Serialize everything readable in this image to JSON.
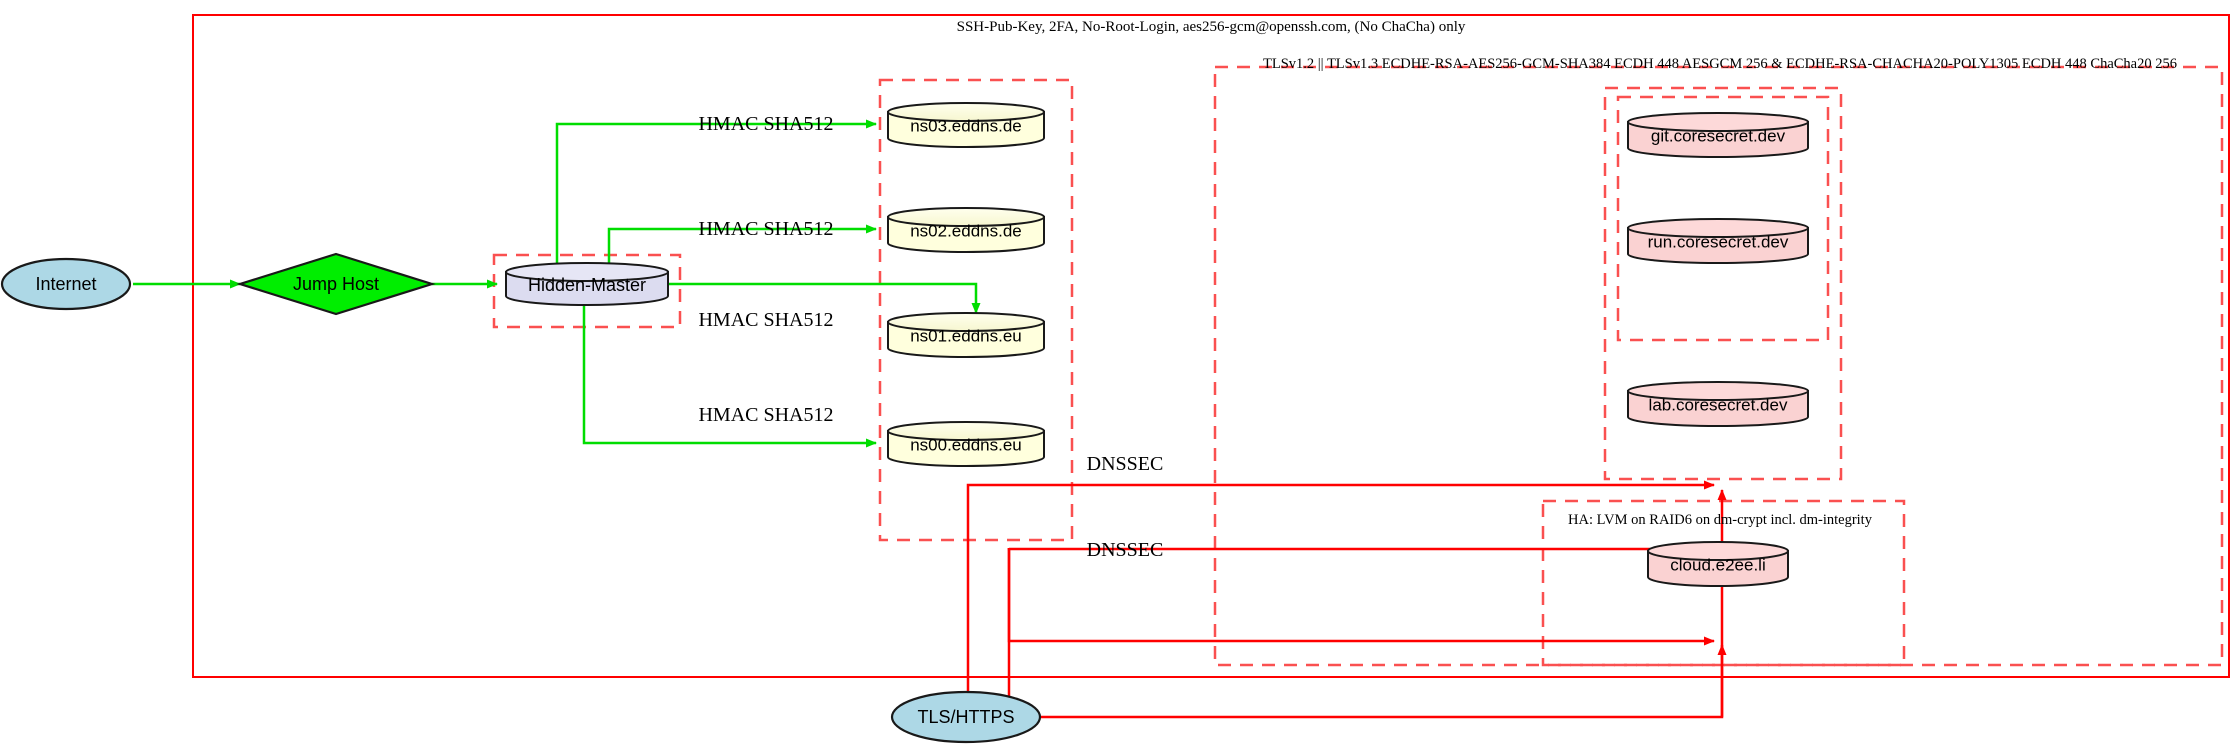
{
  "diagram": {
    "title_top": "SSH-Pub-Key, 2FA, No-Root-Login, aes256-gcm@openssh.com, (No ChaCha) only",
    "clusters": {
      "ssh_zone_label": "SSH-Pub-Key, 2FA, No-Root-Login, aes256-gcm@openssh.com, (No ChaCha) only",
      "tls_zone_label": "TLSv1.2 || TLSv1.3 ECDHE-RSA-AES256-GCM-SHA384 ECDH 448 AESGCM 256 & ECDHE-RSA-CHACHA20-POLY1305 ECDH 448 ChaCha20 256",
      "ha_zone_label": "HA: LVM on RAID6 on dm-crypt incl. dm-integrity"
    },
    "nodes": {
      "internet": "Internet",
      "jump_host": "Jump Host",
      "hidden_master": "Hidden-Master",
      "ns03": "ns03.eddns.de",
      "ns02": "ns02.eddns.de",
      "ns01": "ns01.eddns.eu",
      "ns00": "ns00.eddns.eu",
      "git": "git.coresecret.dev",
      "run": "run.coresecret.dev",
      "lab": "lab.coresecret.dev",
      "cloud": "cloud.e2ee.li",
      "tls_https": "TLS/HTTPS"
    },
    "edge_labels": {
      "hmac_ns03": "HMAC SHA512",
      "hmac_ns02": "HMAC SHA512",
      "hmac_ns01": "HMAC SHA512",
      "hmac_ns00": "HMAC SHA512",
      "dnssec_upper": "DNSSEC",
      "dnssec_lower": "DNSSEC"
    },
    "colors": {
      "zone_border": "#ff0000",
      "zone_border_dashed": "#fa5050",
      "edge_green": "#00dd00",
      "edge_red": "#ff0000",
      "node_blue_fill": "#add8e6",
      "node_green_fill": "#00ee00",
      "node_lavender_fill": "#dcdcf0",
      "node_yellow_fill": "#ffffdd",
      "node_pink_fill": "#fad2d2",
      "node_stroke": "#191919"
    }
  }
}
